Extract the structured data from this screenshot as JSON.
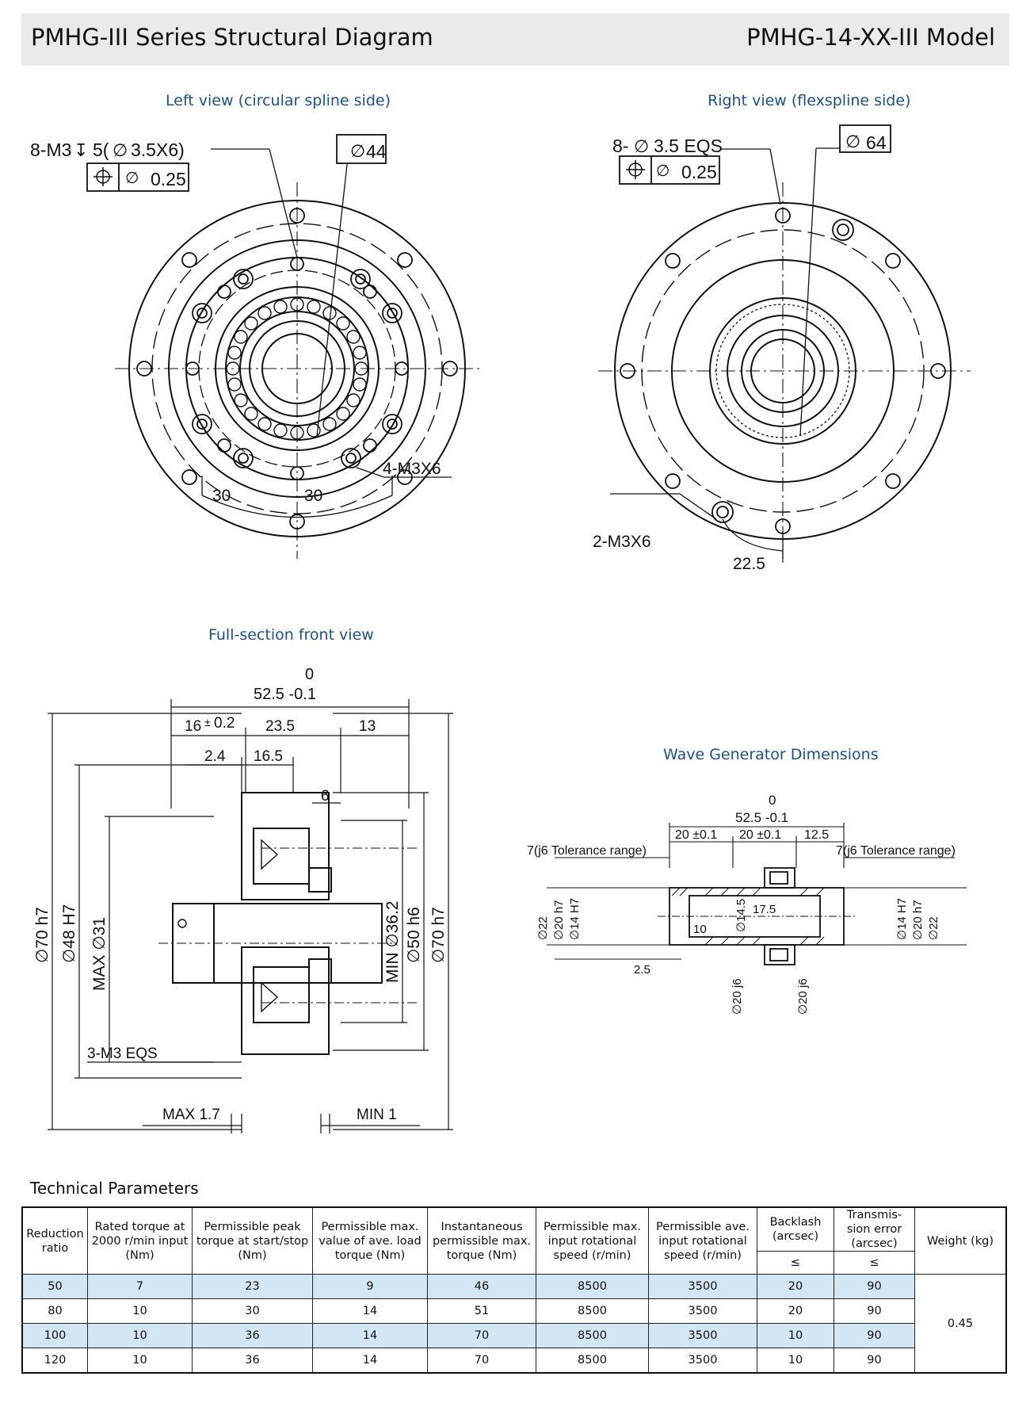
{
  "header": {
    "title": "PMHG-III Series Structural Diagram",
    "model": "PMHG-14-XX-III Model"
  },
  "captions": {
    "left_view": "Left view (circular spline side)",
    "right_view": "Right view (flexspline side)",
    "section_view": "Full-section front view",
    "wave_generator": "Wave Generator Dimensions"
  },
  "left_view": {
    "hole_spec_a": "8-M3",
    "hole_spec_b": "5(",
    "hole_spec_c": "3.5X6)",
    "tolerance": "0.25",
    "diameter": "44",
    "threads": "4-M3X6",
    "angle_left": "30",
    "angle_right": "30"
  },
  "right_view": {
    "hole_spec_a": "8-",
    "hole_spec_b": "3.5 EQS",
    "tolerance": "0.25",
    "diameter": "64",
    "threads": "2-M3X6",
    "angle": "22.5"
  },
  "section": {
    "top_zero": "0",
    "overall": "52.5 -0.1",
    "d16": "16",
    "d16_tol": "0.2",
    "d23": "23.5",
    "d13": "13",
    "d2_4": "2.4",
    "d16_5": "16.5",
    "d6": "6",
    "od1": "70 h7",
    "od2": "48 H7",
    "max31": "MAX",
    "d31": "31",
    "min36": "MIN",
    "d36": "36.2",
    "d50": "50 h6",
    "d70r": "70 h7",
    "eqs": "3-M3 EQS",
    "max17": "MAX 1.7",
    "min1": "MIN 1"
  },
  "wave": {
    "top_zero": "0",
    "overall": "52.5 -0.1",
    "d20a": "20 ±0.1",
    "d20b": "20 ±0.1",
    "d12": "12.5",
    "tol_left": "7(j6 Tolerance range)",
    "tol_right": "7(j6 Tolerance range)",
    "l22": "22",
    "l20": "20 h7",
    "l14": "14 H7",
    "d14_5": "14.5",
    "d17_5": "17.5",
    "d10": "10",
    "r14": "14 H7",
    "r20": "20 h7",
    "r22": "22",
    "d2_5": "2.5",
    "j6a": "20 j6",
    "j6b": "20 j6"
  },
  "tech": {
    "title": "Technical Parameters",
    "headers": [
      "Reduction ratio",
      "Rated torque at 2000 r/min input (Nm)",
      "Permissible peak torque at start/stop (Nm)",
      "Permissible max. value of ave. load torque (Nm)",
      "Instantaneous permissible max. torque (Nm)",
      "Permissible max. input rotational speed (r/min)",
      "Permissible ave. input rotational speed (r/min)",
      "Backlash (arcsec)",
      "Transmis-sion error (arcsec)",
      "Weight (kg)"
    ],
    "le1": "≤",
    "le2": "≤",
    "weight": "0.45",
    "rows": [
      [
        "50",
        "7",
        "23",
        "9",
        "46",
        "8500",
        "3500",
        "20",
        "90"
      ],
      [
        "80",
        "10",
        "30",
        "14",
        "51",
        "8500",
        "3500",
        "20",
        "90"
      ],
      [
        "100",
        "10",
        "36",
        "14",
        "70",
        "8500",
        "3500",
        "10",
        "90"
      ],
      [
        "120",
        "10",
        "36",
        "14",
        "70",
        "8500",
        "3500",
        "10",
        "90"
      ]
    ]
  }
}
